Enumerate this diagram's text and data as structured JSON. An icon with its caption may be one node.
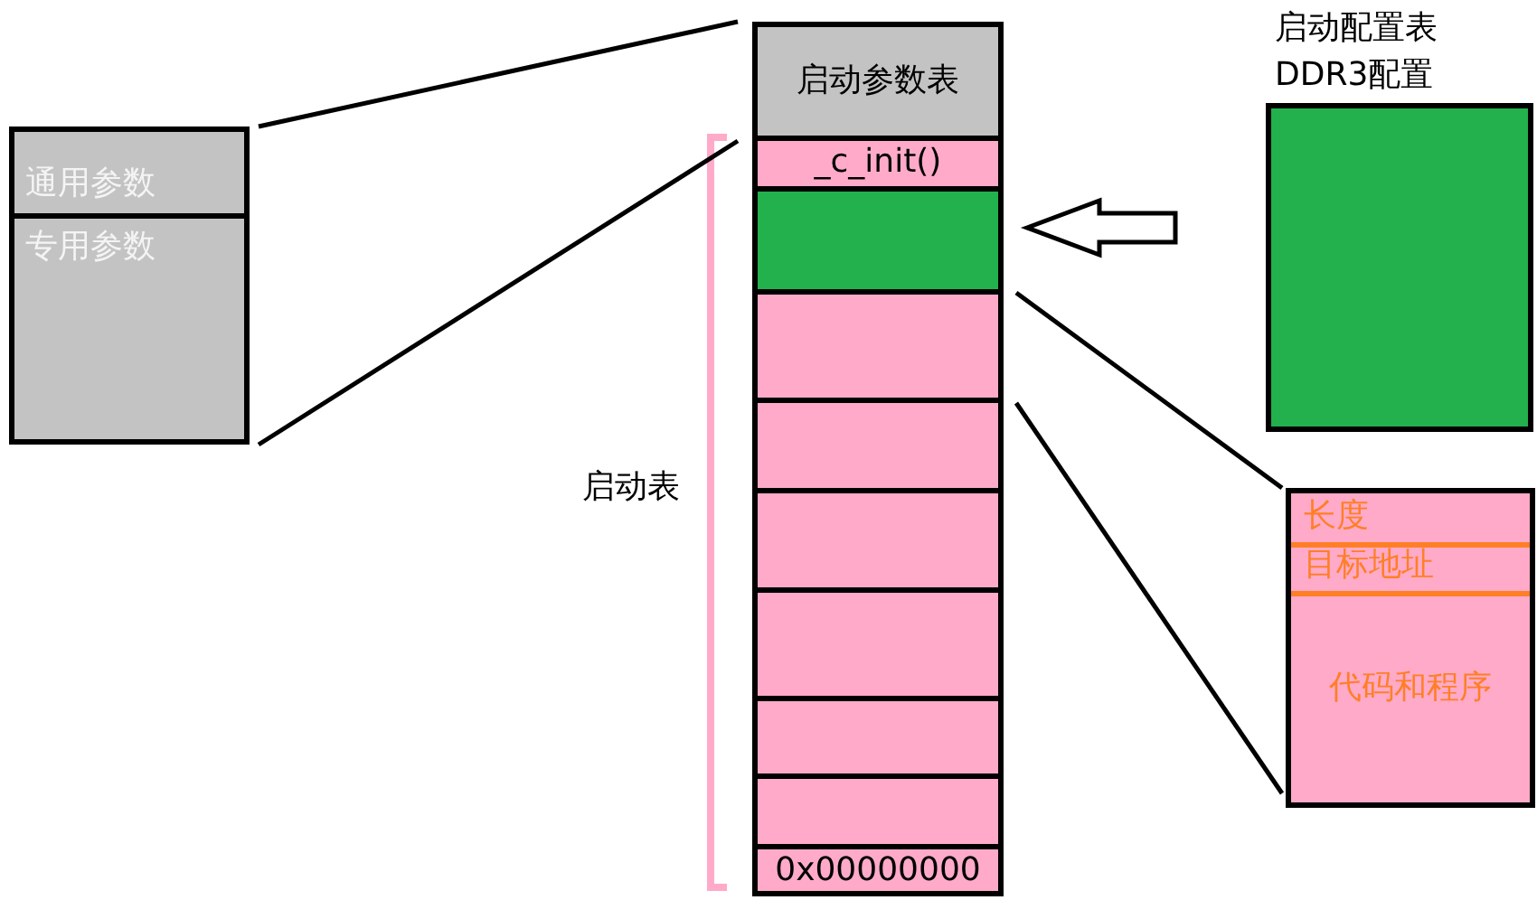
{
  "diagram": {
    "nodes": [
      {
        "text": [],
        "shape": "box"
      },
      {
        "text": [
          "通用参数"
        ],
        "in": 0
      },
      {
        "text": [
          "专用参数"
        ],
        "in": 0
      },
      {
        "text": [
          "启动参数表"
        ]
      },
      {
        "text": [
          "_c_init()"
        ]
      },
      {
        "text": [],
        "shape": "box"
      },
      {
        "text": [],
        "shape": "box"
      },
      {
        "text": [],
        "shape": "box"
      },
      {
        "text": [],
        "shape": "box"
      },
      {
        "text": [],
        "shape": "box"
      },
      {
        "text": [],
        "shape": "box"
      },
      {
        "text": [],
        "shape": "box"
      },
      {
        "text": [
          "0x00000000"
        ]
      },
      {
        "text": [
          "启动配置表",
          "DDR3配置"
        ]
      },
      {
        "text": [],
        "shape": "box"
      },
      {
        "text": [
          "长度"
        ],
        "in": 14
      },
      {
        "text": [
          "目标地址"
        ],
        "in": 14
      },
      {
        "text": [
          "代码和程序"
        ],
        "in": 14
      }
    ],
    "edges": [
      {
        "from": 0,
        "to": 3,
        "arrow": "none"
      },
      {
        "from": 0,
        "to": 3,
        "arrow": "none"
      },
      {
        "from": 13,
        "to": 5,
        "arrow": "to"
      },
      {
        "from": 6,
        "to": 14,
        "arrow": "none"
      },
      {
        "from": 6,
        "to": 14,
        "arrow": "none"
      }
    ],
    "labels": [
      "启动表"
    ]
  }
}
